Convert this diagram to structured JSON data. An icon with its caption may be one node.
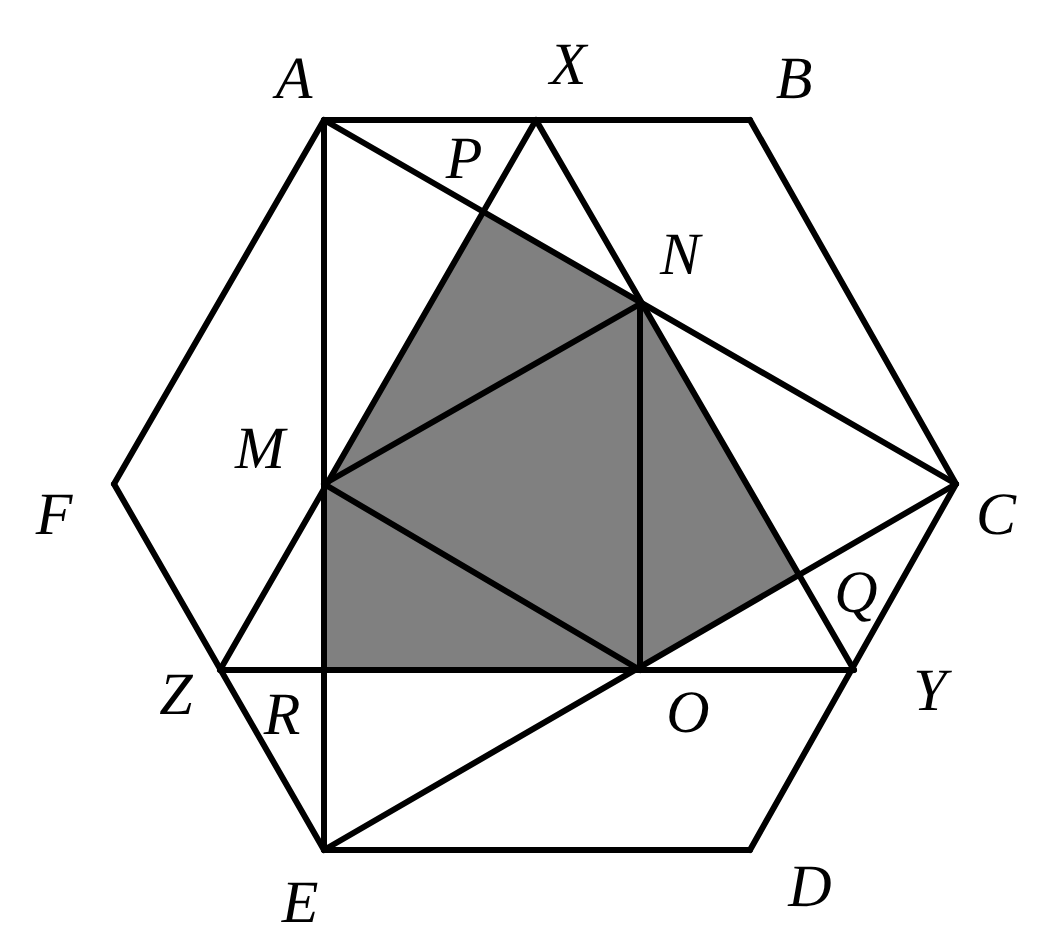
{
  "diagram": {
    "labels": [
      "A",
      "X",
      "B",
      "P",
      "N",
      "M",
      "F",
      "C",
      "Q",
      "Z",
      "R",
      "O",
      "Y",
      "E",
      "D"
    ]
  }
}
